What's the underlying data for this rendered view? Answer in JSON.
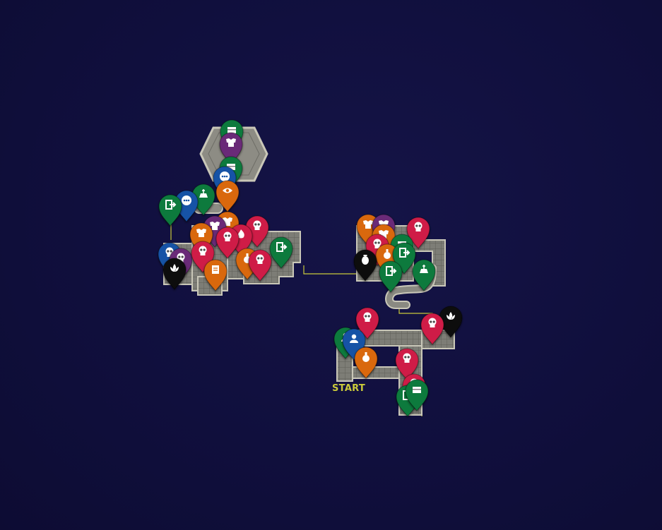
{
  "map": {
    "start_label": "START",
    "colors": {
      "background": "#121142",
      "room_floor": "#8a8a82",
      "room_wall": "#c9c7b8",
      "corridor": "#c9c93a"
    },
    "marker_colors": {
      "green": "#0a7a3e",
      "blue": "#1552a6",
      "orange": "#d9680f",
      "purple": "#6b2a78",
      "red": "#cf1f46",
      "black": "#0a0a0a"
    },
    "markers": [
      {
        "color": "green",
        "icon": "chest-icon"
      },
      {
        "color": "purple",
        "icon": "armor-icon"
      },
      {
        "color": "green",
        "icon": "chest-icon"
      },
      {
        "color": "blue",
        "icon": "npc-dialog-icon"
      },
      {
        "color": "orange",
        "icon": "eye-icon"
      },
      {
        "color": "green",
        "icon": "shrine-icon"
      },
      {
        "color": "blue",
        "icon": "npc-dialog-icon"
      },
      {
        "color": "green",
        "icon": "exit-icon"
      },
      {
        "color": "orange",
        "icon": "armor-icon"
      },
      {
        "color": "purple",
        "icon": "armor-icon"
      },
      {
        "color": "orange",
        "icon": "armor-icon"
      },
      {
        "color": "red",
        "icon": "skull-icon"
      },
      {
        "color": "red",
        "icon": "fire-icon"
      },
      {
        "color": "red",
        "icon": "skull-icon"
      },
      {
        "color": "green",
        "icon": "exit-icon"
      },
      {
        "color": "blue",
        "icon": "skull-icon"
      },
      {
        "color": "purple",
        "icon": "skull-icon"
      },
      {
        "color": "red",
        "icon": "skull-icon"
      },
      {
        "color": "orange",
        "icon": "potion-icon"
      },
      {
        "color": "red",
        "icon": "skull-icon"
      },
      {
        "color": "orange",
        "icon": "scroll-icon"
      },
      {
        "color": "black",
        "icon": "lotus-icon"
      },
      {
        "color": "orange",
        "icon": "armor-icon"
      },
      {
        "color": "purple",
        "icon": "armor-icon"
      },
      {
        "color": "orange",
        "icon": "armor-icon"
      },
      {
        "color": "red",
        "icon": "skull-icon"
      },
      {
        "color": "green",
        "icon": "chest-icon"
      },
      {
        "color": "red",
        "icon": "skull-icon"
      },
      {
        "color": "orange",
        "icon": "potion-icon"
      },
      {
        "color": "green",
        "icon": "exit-icon"
      },
      {
        "color": "black",
        "icon": "urn-icon"
      },
      {
        "color": "green",
        "icon": "exit-icon"
      },
      {
        "color": "green",
        "icon": "shrine-icon"
      },
      {
        "color": "black",
        "icon": "lotus-icon"
      },
      {
        "color": "red",
        "icon": "skull-icon"
      },
      {
        "color": "red",
        "icon": "skull-icon"
      },
      {
        "color": "green",
        "icon": "player-icon"
      },
      {
        "color": "blue",
        "icon": "player-icon"
      },
      {
        "color": "orange",
        "icon": "potion-icon"
      },
      {
        "color": "red",
        "icon": "skull-icon"
      },
      {
        "color": "red",
        "icon": "skull-icon"
      },
      {
        "color": "green",
        "icon": "exit-icon"
      },
      {
        "color": "green",
        "icon": "chest-icon"
      }
    ]
  }
}
